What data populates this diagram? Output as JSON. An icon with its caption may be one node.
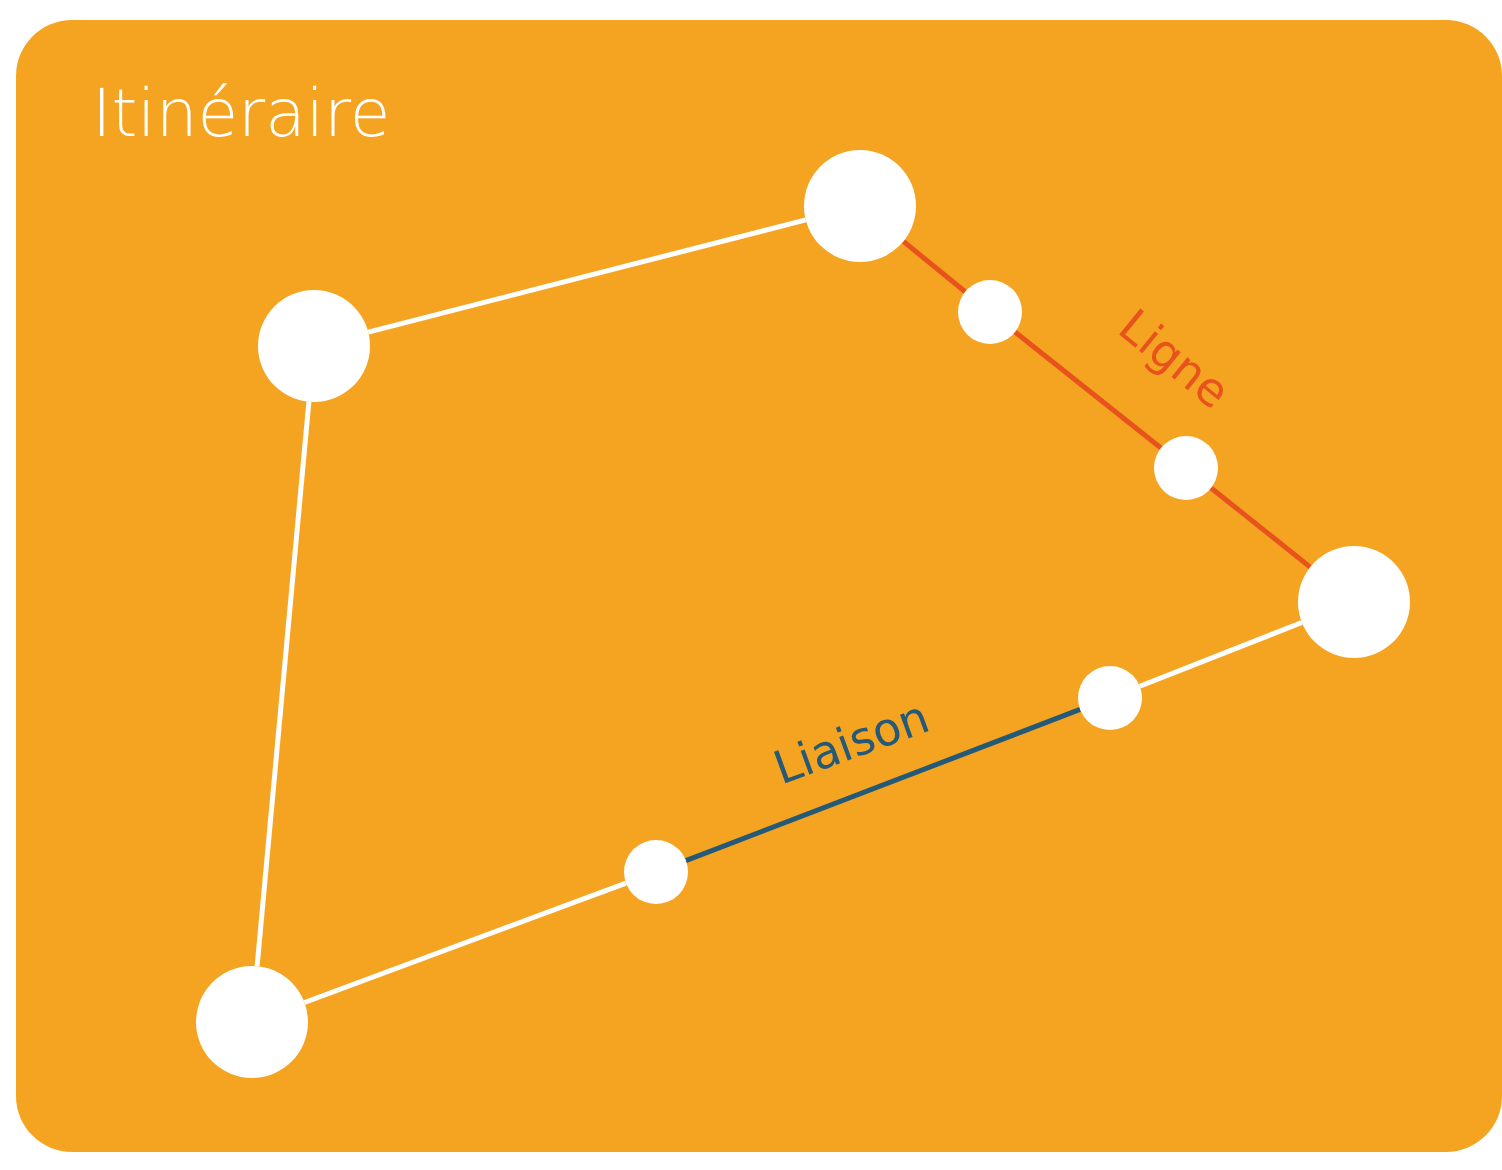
{
  "diagram": {
    "nodes": [
      {
        "text": [
          "Itinéraire"
        ]
      },
      {
        "text": [],
        "shape": "circle",
        "in": 0
      },
      {
        "text": [],
        "shape": "circle",
        "in": 0
      },
      {
        "text": [],
        "shape": "circle",
        "in": 0
      },
      {
        "text": [],
        "shape": "circle",
        "in": 0
      },
      {
        "text": [],
        "shape": "circle",
        "in": 0
      },
      {
        "text": [],
        "shape": "circle",
        "in": 0
      },
      {
        "text": [],
        "shape": "circle",
        "in": 0
      },
      {
        "text": [],
        "shape": "circle",
        "in": 0
      }
    ],
    "edges": [
      {
        "from": 2,
        "to": 4,
        "arrow": "none"
      },
      {
        "from": 4,
        "to": 5,
        "arrow": "none",
        "color": "#e8521c"
      },
      {
        "from": 5,
        "to": 7,
        "arrow": "none",
        "color": "#e8521c",
        "label": "Ligne"
      },
      {
        "from": 7,
        "to": 8,
        "arrow": "none",
        "color": "#e8521c"
      },
      {
        "from": 8,
        "to": 6,
        "arrow": "none"
      },
      {
        "from": 6,
        "to": 3,
        "arrow": "none",
        "color": "#245a78",
        "label": "Liaison"
      },
      {
        "from": 3,
        "to": 1,
        "arrow": "none"
      },
      {
        "from": 1,
        "to": 2,
        "arrow": "none"
      }
    ]
  }
}
